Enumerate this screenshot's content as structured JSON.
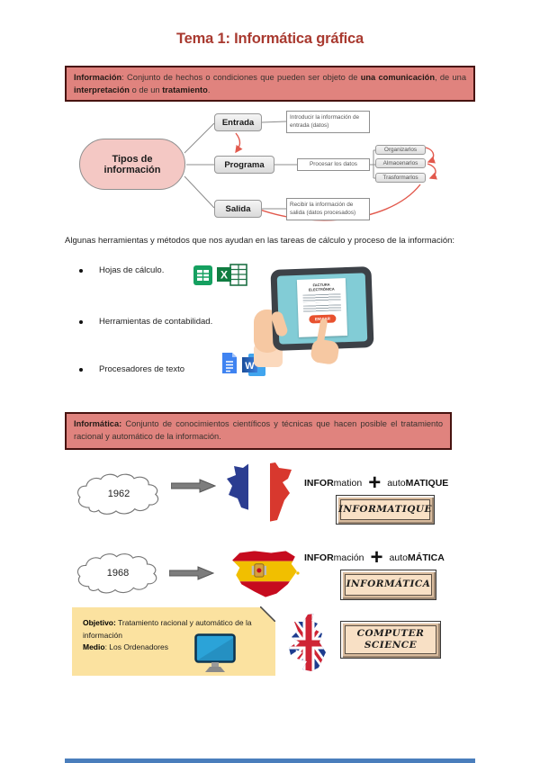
{
  "page": {
    "title": "Tema 1: Informática gráfica"
  },
  "colors": {
    "title_red": "#a93a30",
    "definition_box_bg": "#e0837e",
    "definition_box_border": "#471310",
    "diagram_root_pink": "#f4c8c4",
    "red_arrow": "#e2594d",
    "note_yellow": "#fbe2a0",
    "bevel_tan": "#f8e0c5",
    "bottom_bar_blue": "#4a7ebc"
  },
  "info_box": {
    "term": "Información",
    "s1": ": Conjunto de hechos o condiciones que pueden ser objeto de ",
    "b1": "una comunicación",
    "s2": ", de una ",
    "b2": "interpretación",
    "s3": " o de un ",
    "b3": "tratamiento",
    "s4": "."
  },
  "diagram": {
    "root": "Tipos de información",
    "nodes": [
      {
        "label": "Entrada",
        "desc": "Introducir la información de entrada (datos)"
      },
      {
        "label": "Programa",
        "desc": "Procesar los datos"
      },
      {
        "label": "Salida",
        "desc": "Recibir la información de salida (datos procesados)"
      }
    ],
    "data_actions": [
      "Organizarlos",
      "Almacenarlos",
      "Trasformarlos"
    ]
  },
  "tools": {
    "intro": "Algunas herramientas y métodos que nos ayudan en las tareas de cálculo y proceso de la información:",
    "items": [
      {
        "label": "Hojas de cálculo."
      },
      {
        "label": "Herramientas de contabilidad."
      },
      {
        "label": "Procesadores de texto"
      }
    ]
  },
  "tablet": {
    "doc_title": "FACTURA ELECTRÓNICA",
    "button_label": "ENVIAR"
  },
  "informatica_box": {
    "term": "Informática:",
    "text": " Conjunto de conocimientos científicos y técnicas que hacen posible el tratamiento racional y automático de la información."
  },
  "etymology": [
    {
      "year": "1962",
      "w1b": "INFOR",
      "w1r": "mation",
      "plus": "+",
      "w2r": "auto",
      "w2b": "MATIQUE",
      "result": "INFORMATIQUE"
    },
    {
      "year": "1968",
      "w1b": "INFOR",
      "w1r": "mación",
      "plus": "+",
      "w2r": "auto",
      "w2b": "MÁTICA",
      "result": "INFORMÁTICA"
    }
  ],
  "computer_science": {
    "line1": "COMPUTER",
    "line2": "SCIENCE"
  },
  "note": {
    "objetivo_label": "Objetivo:",
    "objetivo_text": " Tratamiento racional y automático de la información",
    "medio_label": "Medio",
    "medio_text": ": Los Ordenadores"
  },
  "icons": [
    "google-sheets-icon",
    "excel-icon",
    "google-docs-icon",
    "word-icon",
    "computer-monitor-icon",
    "france-map-icon",
    "spain-map-icon",
    "uk-map-icon",
    "cloud-shape-icon",
    "block-arrow-icon",
    "tablet-invoice-illustration"
  ]
}
